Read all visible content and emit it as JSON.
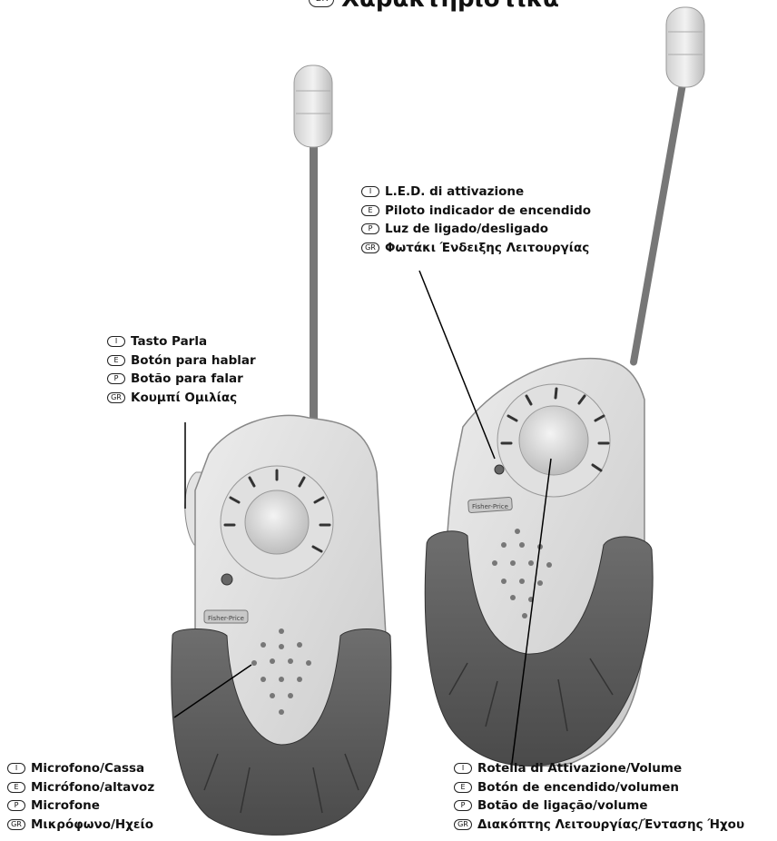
{
  "title": {
    "lang": "GR",
    "text": "Χαρακτηριστικά"
  },
  "callouts": {
    "led": [
      {
        "lang": "I",
        "text": "L.E.D. di attivazione"
      },
      {
        "lang": "E",
        "text": "Piloto indicador de encendido"
      },
      {
        "lang": "P",
        "text": "Luz de ligado/desligado"
      },
      {
        "lang": "GR",
        "text": "Φωτάκι Ένδειξης Λειτουργίας"
      }
    ],
    "talk": [
      {
        "lang": "I",
        "text": "Tasto Parla"
      },
      {
        "lang": "E",
        "text": "Botón para hablar"
      },
      {
        "lang": "P",
        "text": "Botão para falar"
      },
      {
        "lang": "GR",
        "text": "Κουμπί Ομιλίας"
      }
    ],
    "mic": [
      {
        "lang": "I",
        "text": "Microfono/Cassa"
      },
      {
        "lang": "E",
        "text": "Micrófono/altavoz"
      },
      {
        "lang": "P",
        "text": "Microfone"
      },
      {
        "lang": "GR",
        "text": "Μικρόφωνο/Ηχείο"
      }
    ],
    "volume": [
      {
        "lang": "I",
        "text": "Rotella di Attivazione/Volume"
      },
      {
        "lang": "E",
        "text": "Botón de encendido/volumen"
      },
      {
        "lang": "P",
        "text": "Botão de ligação/volume"
      },
      {
        "lang": "GR",
        "text": "Διακόπτης Λειτουργίας/Έντασης Ήχου"
      }
    ]
  },
  "product": {
    "brand_badge": "Fisher-Price"
  }
}
